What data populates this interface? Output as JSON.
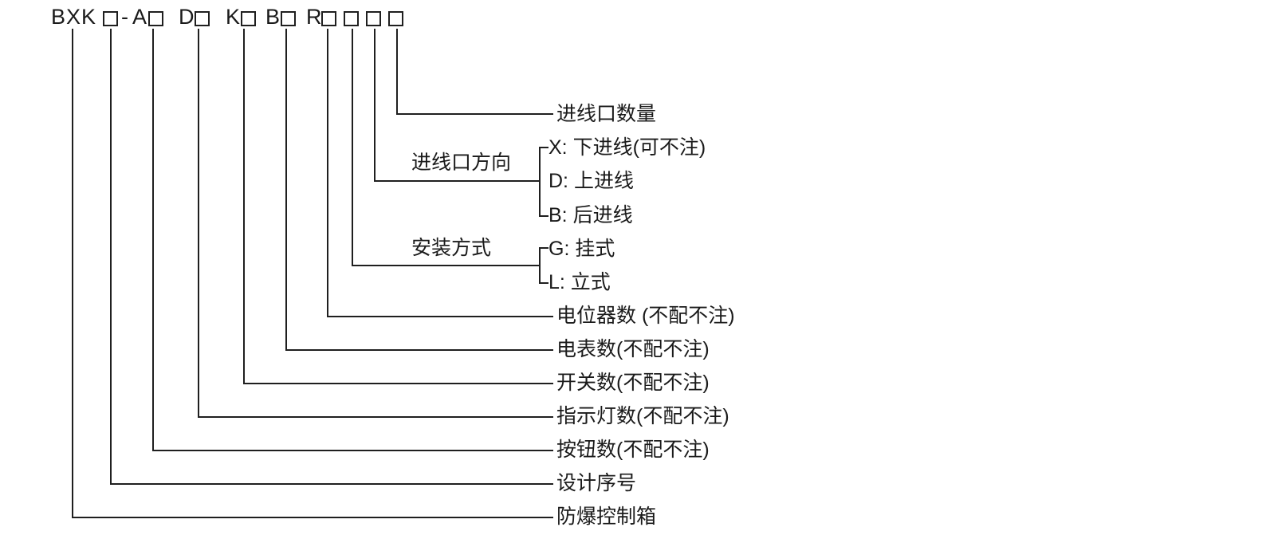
{
  "model_code": {
    "bxk": "BXK",
    "dash": "-",
    "a": "A",
    "d": "D",
    "k": "K",
    "b": "B",
    "r": "R"
  },
  "rows": {
    "inlet_count": "进线口数量",
    "inlet_direction_group": "进线口方向",
    "inlet_direction_options": [
      "X: 下进线(可不注)",
      "D: 上进线",
      "B: 后进线"
    ],
    "mounting_group": "安装方式",
    "mounting_options": [
      "G: 挂式",
      "L: 立式"
    ],
    "potentiometer_count": "电位器数 (不配不注)",
    "meter_count": "电表数(不配不注)",
    "switch_count": "开关数(不配不注)",
    "indicator_count": "指示灯数(不配不注)",
    "button_count": "按钮数(不配不注)",
    "design_serial": "设计序号",
    "product_name": "防爆控制箱"
  },
  "colors": {
    "line": "#1f1f1f",
    "text": "#1a1a1a",
    "background": "#ffffff"
  }
}
